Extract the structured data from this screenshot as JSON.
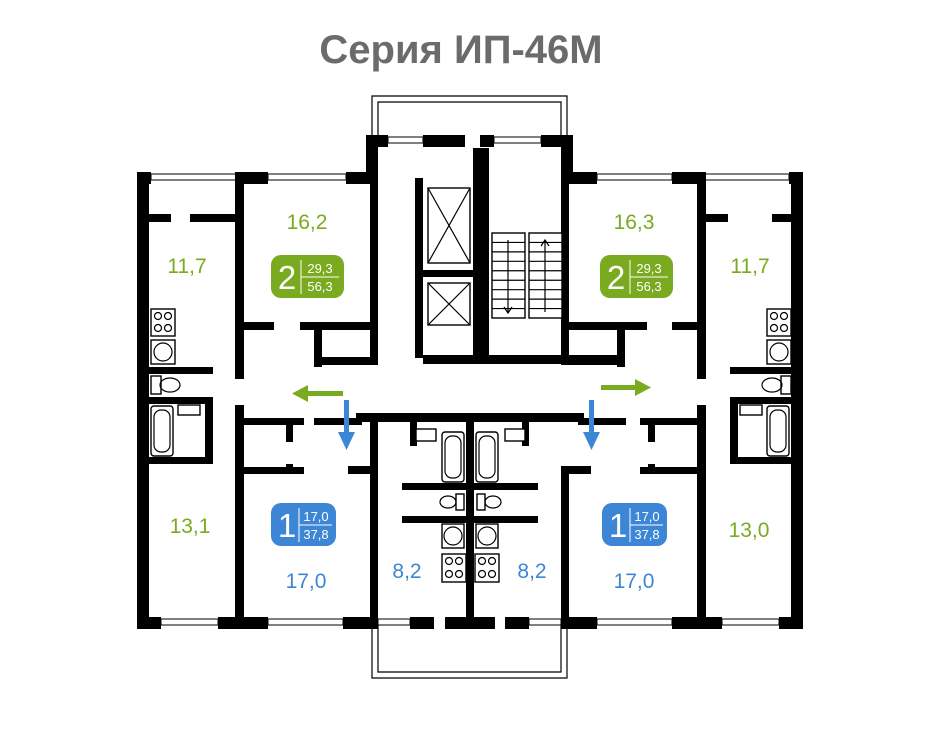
{
  "title": "Серия ИП-46М",
  "colors": {
    "two_room": "#7aaa1f",
    "one_room": "#3d86d6",
    "title": "#6b6b6b",
    "walls": "#000000"
  },
  "apartments": {
    "left_two_room": {
      "rooms": "2",
      "living_area": "29,3",
      "total_area": "56,3",
      "room_large": "16,2",
      "room_small": "11,7",
      "kitchen": "13,1"
    },
    "right_two_room": {
      "rooms": "2",
      "living_area": "29,3",
      "total_area": "56,3",
      "room_large": "16,3",
      "room_small": "11,7",
      "kitchen": "13,0"
    },
    "left_one_room": {
      "rooms": "1",
      "living_area": "17,0",
      "total_area": "37,8",
      "room": "17,0",
      "kitchen": "8,2"
    },
    "right_one_room": {
      "rooms": "1",
      "living_area": "17,0",
      "total_area": "37,8",
      "room": "17,0",
      "kitchen": "8,2"
    }
  },
  "icons": [
    "arrow-left-icon",
    "arrow-right-icon",
    "arrow-down-icon",
    "elevator-icon",
    "stairs-icon",
    "stove-icon",
    "toilet-icon",
    "bathtub-icon",
    "sink-icon"
  ]
}
